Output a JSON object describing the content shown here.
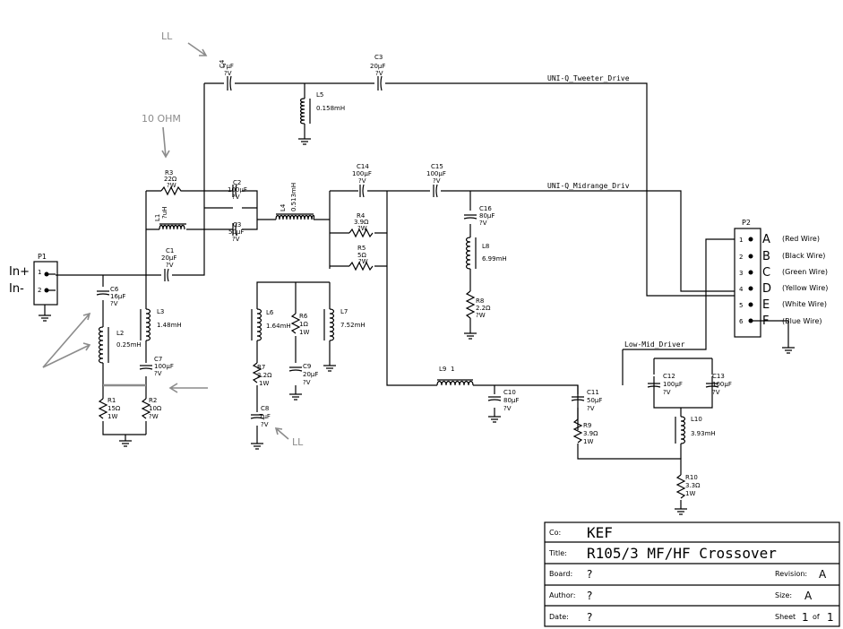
{
  "inputs": {
    "in_plus": "In+",
    "in_minus": "In-"
  },
  "connectors": {
    "p1": {
      "ref": "P1",
      "pins": [
        "1",
        "2"
      ]
    },
    "p2": {
      "ref": "P2",
      "pins": [
        "1",
        "2",
        "3",
        "4",
        "5",
        "6"
      ],
      "letters": [
        "A",
        "B",
        "C",
        "D",
        "E",
        "F"
      ],
      "wires": [
        "(Red Wire)",
        "(Black Wire)",
        "(Green Wire)",
        "(Yellow Wire)",
        "(White Wire)",
        "(Blue Wire)"
      ]
    }
  },
  "nets": {
    "tweeter": "UNI-Q_Tweeter_Drive",
    "midrange": "UNI-Q_Midrange_Driv",
    "lowmid": "Low-Mid_Driver"
  },
  "components": {
    "c4": {
      "ref": "C4",
      "value": "7µF",
      "rating": "?V"
    },
    "c3a": {
      "ref": "C3",
      "value": "20µF",
      "rating": "?V"
    },
    "l5": {
      "ref": "L5",
      "value": "0.158mH"
    },
    "r3": {
      "ref": "R3",
      "value": "22Ω",
      "rating": "?W"
    },
    "c2": {
      "ref": "C2",
      "value": "100µF",
      "rating": "?V"
    },
    "l1": {
      "ref": "L1",
      "value": "?uH"
    },
    "c3b": {
      "ref": "C3",
      "value": "50µF",
      "rating": "?V"
    },
    "c1": {
      "ref": "C1",
      "value": "20µF",
      "rating": "?V"
    },
    "l4": {
      "ref": "L4",
      "value": "0.513mH"
    },
    "c14": {
      "ref": "C14",
      "value": "100µF",
      "rating": "?V"
    },
    "c15": {
      "ref": "C15",
      "value": "100µF",
      "rating": "?V"
    },
    "r4": {
      "ref": "R4",
      "value": "3.9Ω",
      "rating": "?W"
    },
    "r5": {
      "ref": "R5",
      "value": "5Ω",
      "rating": "?W"
    },
    "c16": {
      "ref": "C16",
      "value": "80µF",
      "rating": "?V"
    },
    "l8": {
      "ref": "L8",
      "value": "6.99mH"
    },
    "r8": {
      "ref": "R8",
      "value": "2.2Ω",
      "rating": "?W"
    },
    "c6": {
      "ref": "C6",
      "value": "16µF",
      "rating": "?V"
    },
    "l2": {
      "ref": "L2",
      "value": "0.25mH"
    },
    "l3": {
      "ref": "L3",
      "value": "1.48mH"
    },
    "c7": {
      "ref": "C7",
      "value": "100µF",
      "rating": "?V"
    },
    "r1": {
      "ref": "R1",
      "value": "15Ω",
      "rating": "1W"
    },
    "r2": {
      "ref": "R2",
      "value": "10Ω",
      "rating": "?W"
    },
    "l6": {
      "ref": "L6",
      "value": "1.64mH"
    },
    "r6": {
      "ref": "R6",
      "value": "1Ω",
      "rating": "1W"
    },
    "l7": {
      "ref": "L7",
      "value": "7.52mH"
    },
    "c9": {
      "ref": "C9",
      "value": "20µF",
      "rating": "?V"
    },
    "r7": {
      "ref": "R7",
      "value": "2.2Ω",
      "rating": "1W"
    },
    "c8": {
      "ref": "C8",
      "value": "7µF",
      "rating": "?V"
    },
    "l9": {
      "ref": "L9",
      "value": "1"
    },
    "c10": {
      "ref": "C10",
      "value": "80µF",
      "rating": "?V"
    },
    "c11": {
      "ref": "C11",
      "value": "50µF",
      "rating": "?V"
    },
    "r9": {
      "ref": "R9",
      "value": "3.9Ω",
      "rating": "1W"
    },
    "c12": {
      "ref": "C12",
      "value": "100µF",
      "rating": "?V"
    },
    "c13": {
      "ref": "C13",
      "value": "100µF",
      "rating": "?V"
    },
    "l10": {
      "ref": "L10",
      "value": "3.93mH"
    },
    "r10": {
      "ref": "R10",
      "value": "3.3Ω",
      "rating": "1W"
    }
  },
  "annotations": {
    "ll_top": "LL",
    "ten_ohm": "10 OHM",
    "ll_bottom": "LL"
  },
  "title_block": {
    "co_label": "Co:",
    "co_value": "KEF",
    "title_label": "Title:",
    "title_value": "R105/3 MF/HF Crossover",
    "board_label": "Board:",
    "board_value": "?",
    "revision_label": "Revision:",
    "revision_value": "A",
    "author_label": "Author:",
    "author_value": "?",
    "size_label": "Size:",
    "size_value": "A",
    "date_label": "Date:",
    "date_value": "?",
    "sheet_label": "Sheet",
    "sheet_num": "1",
    "sheet_of": "of",
    "sheet_total": "1"
  }
}
